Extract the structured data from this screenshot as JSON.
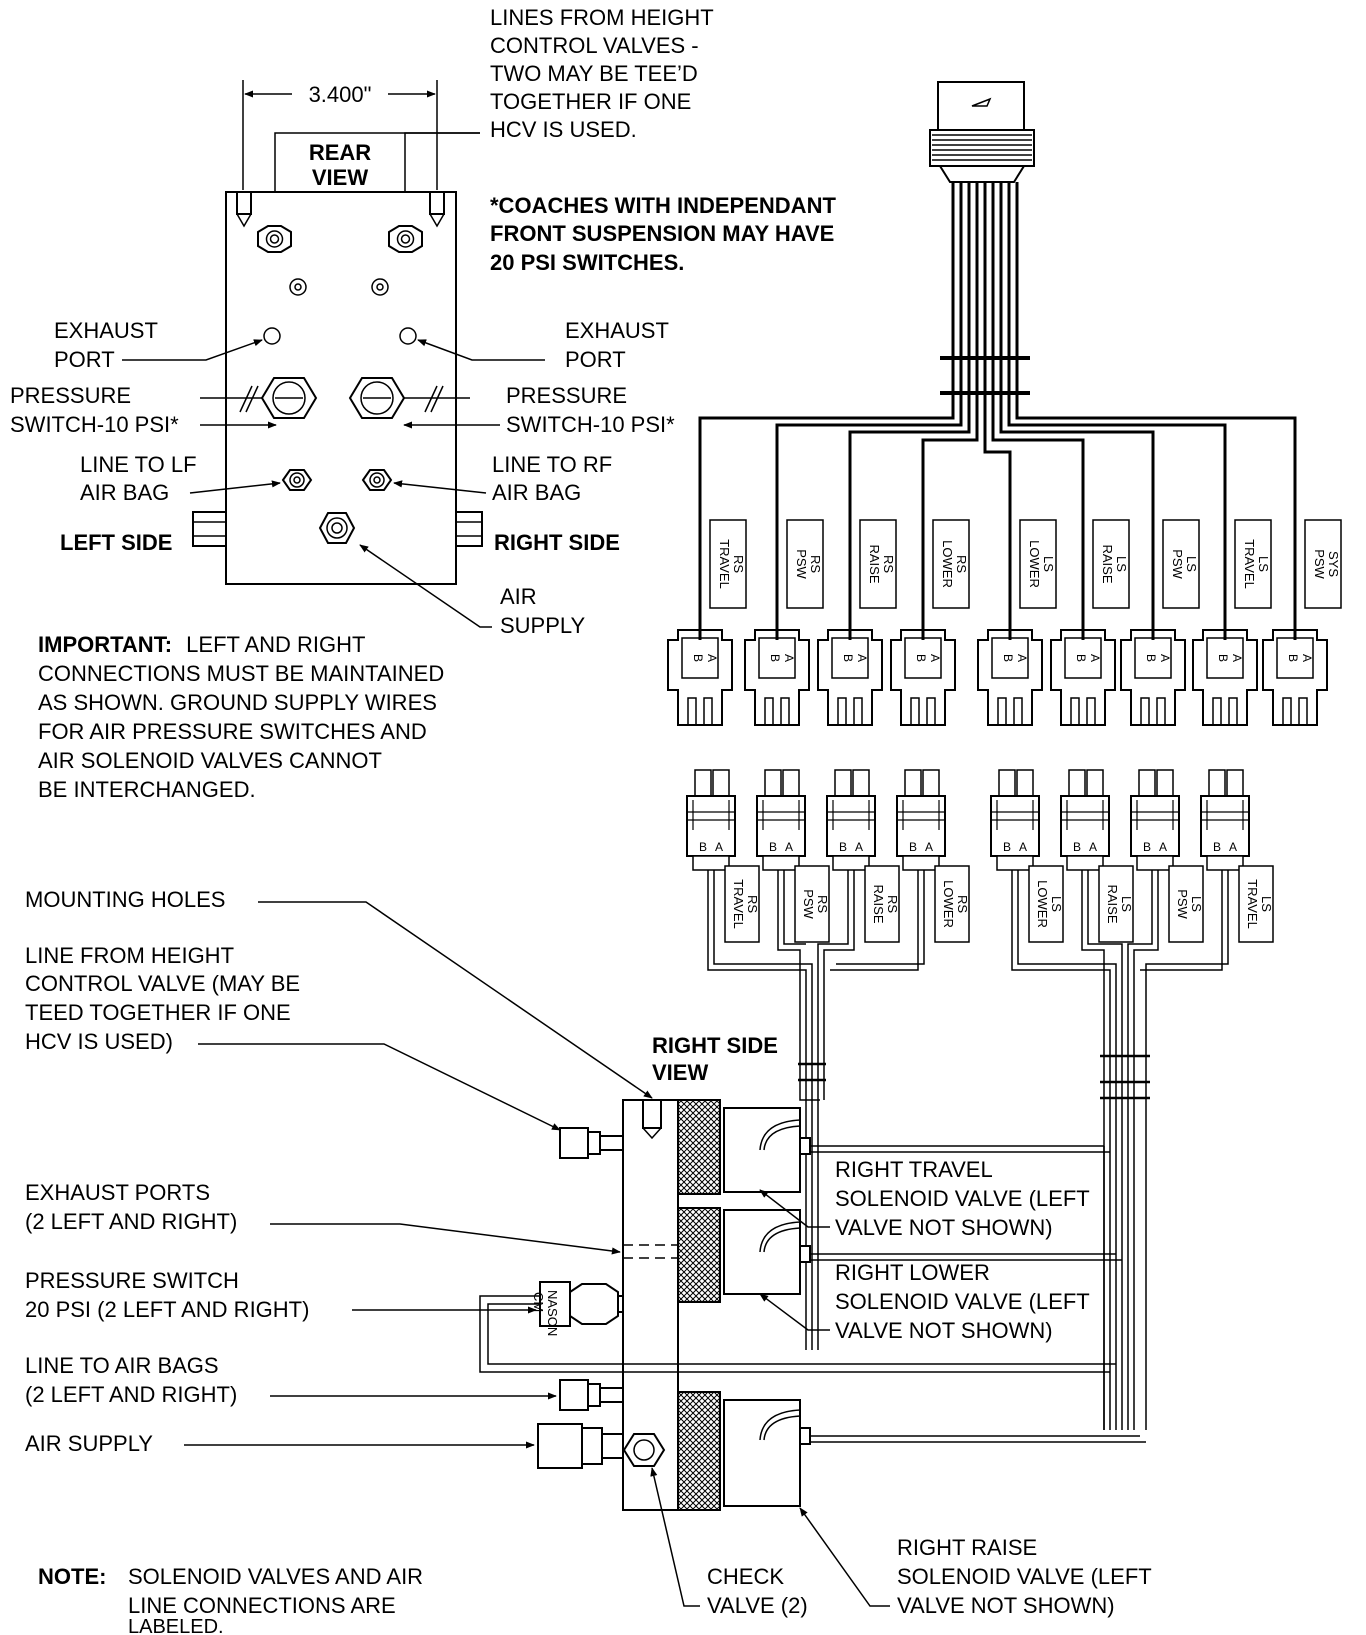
{
  "top_note": {
    "lines": [
      "LINES FROM HEIGHT",
      "CONTROL VALVES -",
      "TWO MAY BE TEE’D",
      "TOGETHER IF ONE",
      "HCV IS USED."
    ]
  },
  "dimension": "3.400\"",
  "rear_view": {
    "title": [
      "REAR",
      "VIEW"
    ],
    "exhaust_left": [
      "EXHAUST",
      "PORT"
    ],
    "exhaust_right": [
      "EXHAUST",
      "PORT"
    ],
    "pswitch_left": [
      "PRESSURE",
      "SWITCH-10 PSI*"
    ],
    "pswitch_right": [
      "PRESSURE",
      "SWITCH-10 PSI*"
    ],
    "line_lf": [
      "LINE TO LF",
      "AIR BAG"
    ],
    "line_rf": [
      "LINE TO RF",
      "AIR BAG"
    ],
    "left_side": "LEFT SIDE",
    "right_side": "RIGHT SIDE",
    "air_supply": [
      "AIR",
      "SUPPLY"
    ]
  },
  "coach_note": [
    "*COACHES WITH INDEPENDANT",
    "FRONT SUSPENSION MAY HAVE",
    "20 PSI SWITCHES."
  ],
  "important": {
    "label": "IMPORTANT:",
    "first": "LEFT AND RIGHT",
    "lines": [
      "CONNECTIONS MUST BE MAINTAINED",
      "AS SHOWN.  GROUND SUPPLY WIRES",
      "FOR AIR PRESSURE SWITCHES AND",
      "AIR SOLENOID VALVES CANNOT",
      "BE INTERCHANGED."
    ]
  },
  "harness_labels": [
    [
      "RS",
      "TRAVEL"
    ],
    [
      "RS",
      "PSW"
    ],
    [
      "RS",
      "RAISE"
    ],
    [
      "RS",
      "LOWER"
    ],
    [
      "LS",
      "LOWER"
    ],
    [
      "LS",
      "RAISE"
    ],
    [
      "LS",
      "PSW"
    ],
    [
      "LS",
      "TRAVEL"
    ],
    [
      "SYS",
      "PSW"
    ]
  ],
  "valve_labels": [
    [
      "RS",
      "TRAVEL"
    ],
    [
      "RS",
      "PSW"
    ],
    [
      "RS",
      "RAISE"
    ],
    [
      "RS",
      "LOWER"
    ],
    [
      "LS",
      "LOWER"
    ],
    [
      "LS",
      "RAISE"
    ],
    [
      "LS",
      "PSW"
    ],
    [
      "LS",
      "TRAVEL"
    ]
  ],
  "pins": {
    "a": "A",
    "b": "B"
  },
  "side_view": {
    "title": [
      "RIGHT SIDE",
      "VIEW"
    ],
    "mounting_holes": "MOUNTING HOLES",
    "line_from_hcv": [
      "LINE FROM HEIGHT",
      "CONTROL VALVE (MAY BE",
      "TEED TOGETHER IF ONE",
      "HCV IS USED)"
    ],
    "exhaust_ports": [
      "EXHAUST PORTS",
      "(2 LEFT AND RIGHT)"
    ],
    "pressure_switch": [
      "PRESSURE SWITCH",
      "20 PSI (2 LEFT AND RIGHT)"
    ],
    "line_to_air_bags": [
      "LINE TO AIR BAGS",
      "(2 LEFT AND RIGHT)"
    ],
    "air_supply": "AIR SUPPLY",
    "right_travel": [
      "RIGHT TRAVEL",
      "SOLENOID VALVE (LEFT",
      "VALVE NOT SHOWN)"
    ],
    "right_lower": [
      "RIGHT LOWER",
      "SOLENOID VALVE (LEFT",
      "VALVE NOT SHOWN)"
    ],
    "right_raise": [
      "RIGHT RAISE",
      "SOLENOID VALVE (LEFT",
      "VALVE NOT SHOWN)"
    ],
    "check_valve": [
      "CHECK",
      "VALVE (2)"
    ],
    "switch_brand": [
      "NASON",
      "CM"
    ]
  },
  "note": {
    "label": "NOTE:",
    "lines": [
      "SOLENOID VALVES AND AIR",
      "LINE CONNECTIONS ARE",
      "LABELED."
    ]
  }
}
